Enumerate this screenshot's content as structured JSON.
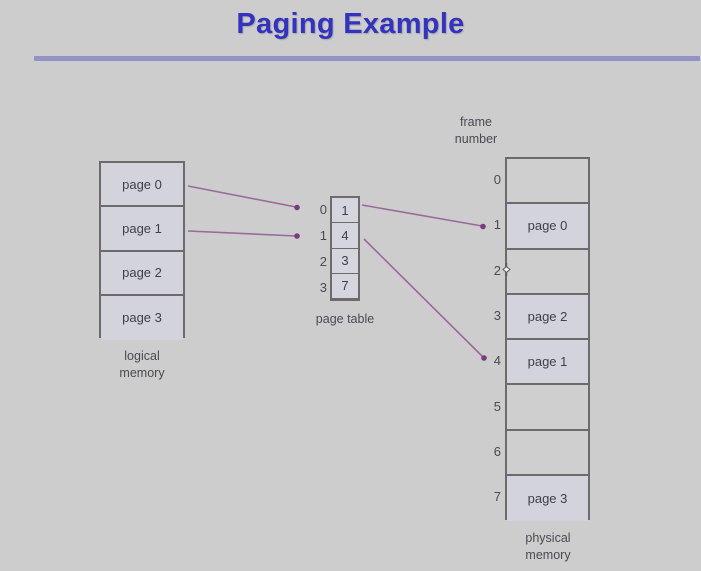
{
  "slide": {
    "title": "Paging Example",
    "title_color": "#3333bb",
    "rule_color": "#9292c4",
    "background_color": "#cdcdcd",
    "arrow_color": "#8f5a90",
    "box_border_color": "#6b6b6b",
    "box_fill_color": "#d3d3db"
  },
  "logical_memory": {
    "caption_line1": "logical",
    "caption_line2": "memory",
    "rows": [
      {
        "label": "page 0"
      },
      {
        "label": "page 1"
      },
      {
        "label": "page 2"
      },
      {
        "label": "page 3"
      }
    ]
  },
  "page_table": {
    "caption": "page table",
    "indices": [
      "0",
      "1",
      "2",
      "3"
    ],
    "values": [
      "1",
      "4",
      "3",
      "7"
    ]
  },
  "physical_memory": {
    "header_line1": "frame",
    "header_line2": "number",
    "caption_line1": "physical",
    "caption_line2": "memory",
    "indices": [
      "0",
      "1",
      "2",
      "3",
      "4",
      "5",
      "6",
      "7"
    ],
    "frames": [
      {
        "label": ""
      },
      {
        "label": "page 0"
      },
      {
        "label": ""
      },
      {
        "label": "page 2"
      },
      {
        "label": "page 1"
      },
      {
        "label": ""
      },
      {
        "label": ""
      },
      {
        "label": "page 3"
      }
    ]
  },
  "mappings": [
    {
      "from": "page 0",
      "to_page_table_index": "0"
    },
    {
      "from": "page 1",
      "to_page_table_index": "1"
    },
    {
      "from_page_table_value": "1",
      "to_frame": "1"
    },
    {
      "from_page_table_value": "4",
      "to_frame": "4"
    }
  ]
}
